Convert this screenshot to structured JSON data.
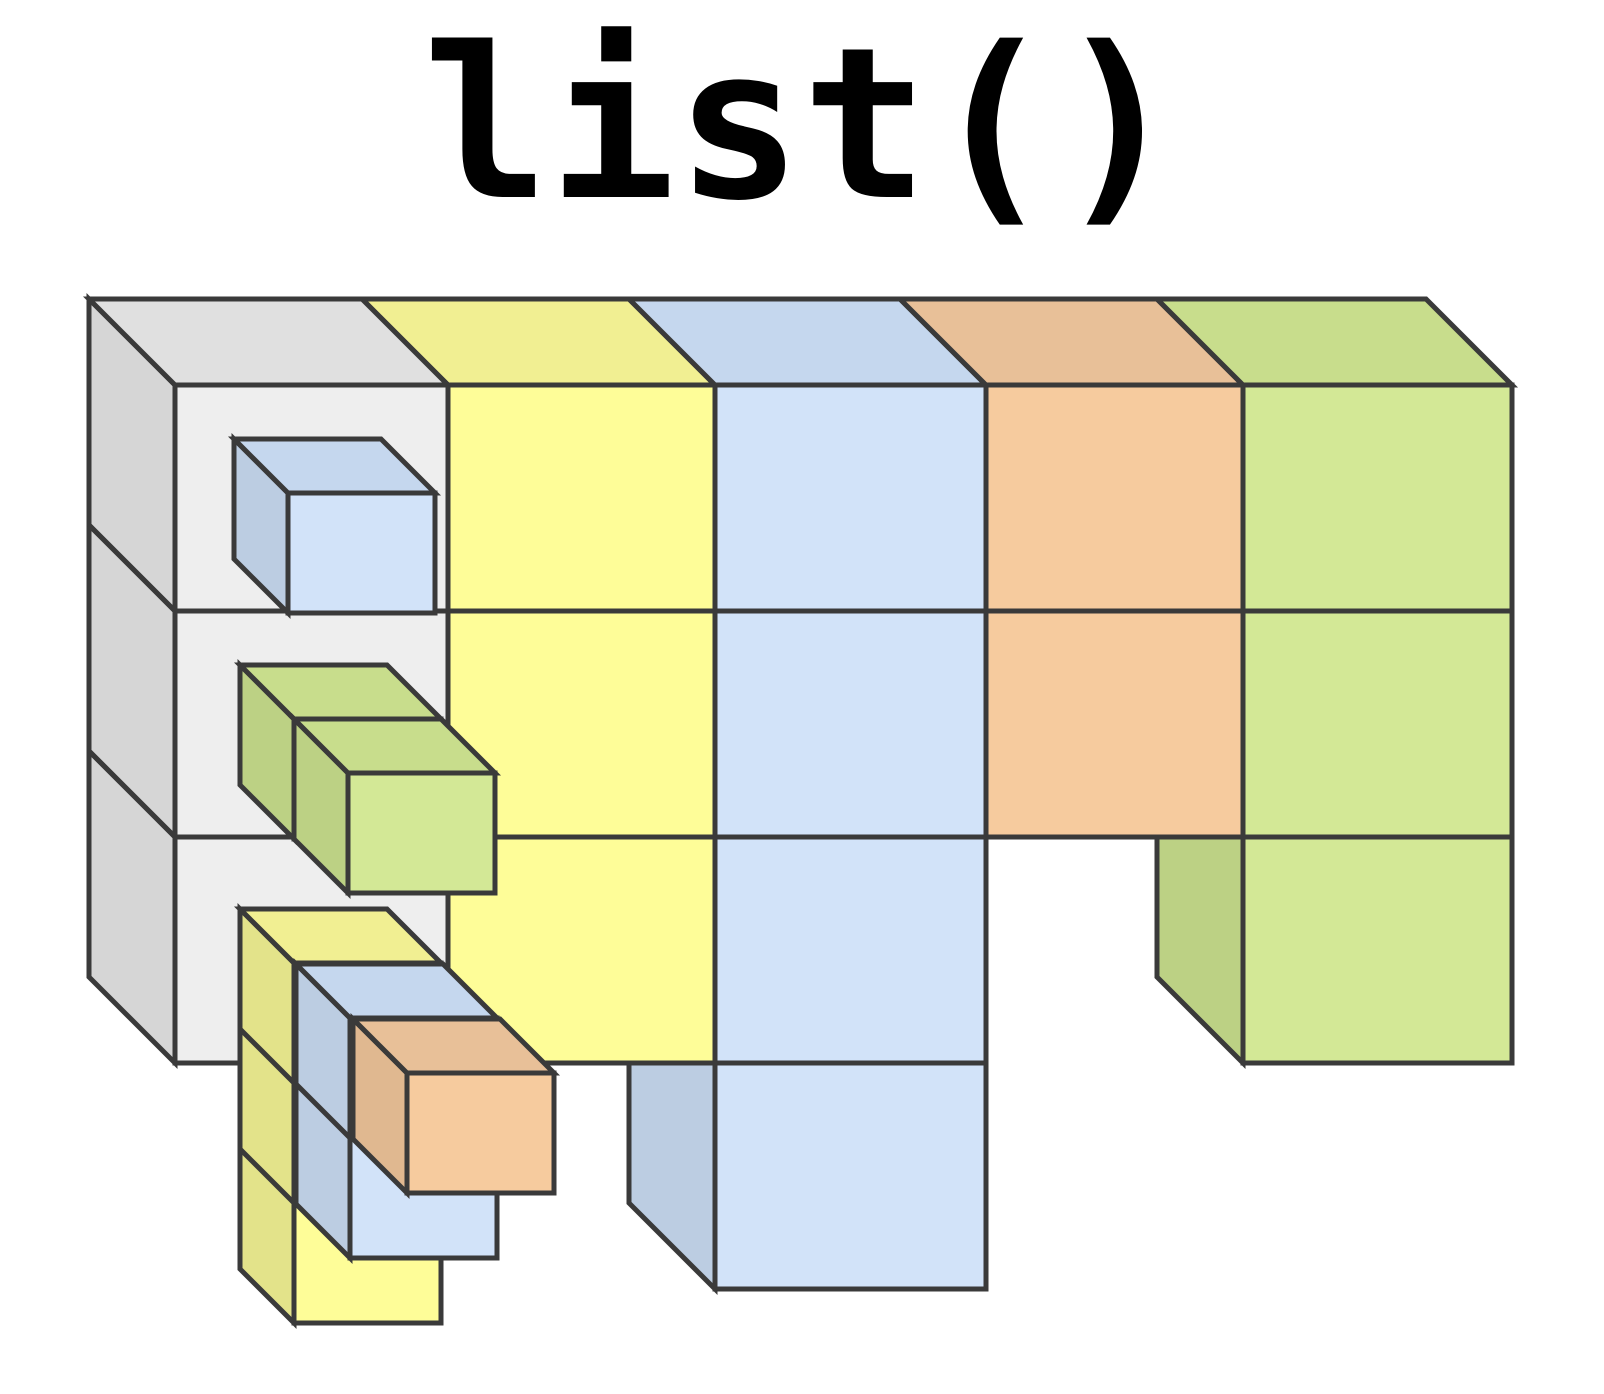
{
  "title": "list()",
  "palette": {
    "grey": {
      "front": "#eeeeee",
      "top": "#e0e0e0",
      "side": "#d6d6d6"
    },
    "yellow": {
      "front": "#fefd98",
      "top": "#f1ef92",
      "side": "#e3e38a"
    },
    "blue": {
      "front": "#d2e3f9",
      "top": "#c5d7ee",
      "side": "#bccde2"
    },
    "orange": {
      "front": "#f6cb9e",
      "top": "#e8c098",
      "side": "#e0b890"
    },
    "green": {
      "front": "#d3e896",
      "top": "#c8dd8c",
      "side": "#bcd184"
    }
  },
  "list_container": {
    "color": "grey",
    "slots": 3
  },
  "columns": [
    {
      "color": "yellow",
      "length": 3
    },
    {
      "color": "blue",
      "length": 4
    },
    {
      "color": "orange",
      "length": 2
    },
    {
      "color": "green",
      "length": 3
    }
  ],
  "list_elements": [
    {
      "slot": 1,
      "cubes": [
        {
          "color": "blue",
          "length": 1
        }
      ]
    },
    {
      "slot": 2,
      "cubes": [
        {
          "color": "green",
          "length": 1
        },
        {
          "color": "green",
          "length": 1
        }
      ]
    },
    {
      "slot": 3,
      "cubes": [
        {
          "color": "yellow",
          "length": 3
        },
        {
          "color": "blue",
          "length": 2
        },
        {
          "color": "orange",
          "length": 1
        }
      ]
    }
  ]
}
